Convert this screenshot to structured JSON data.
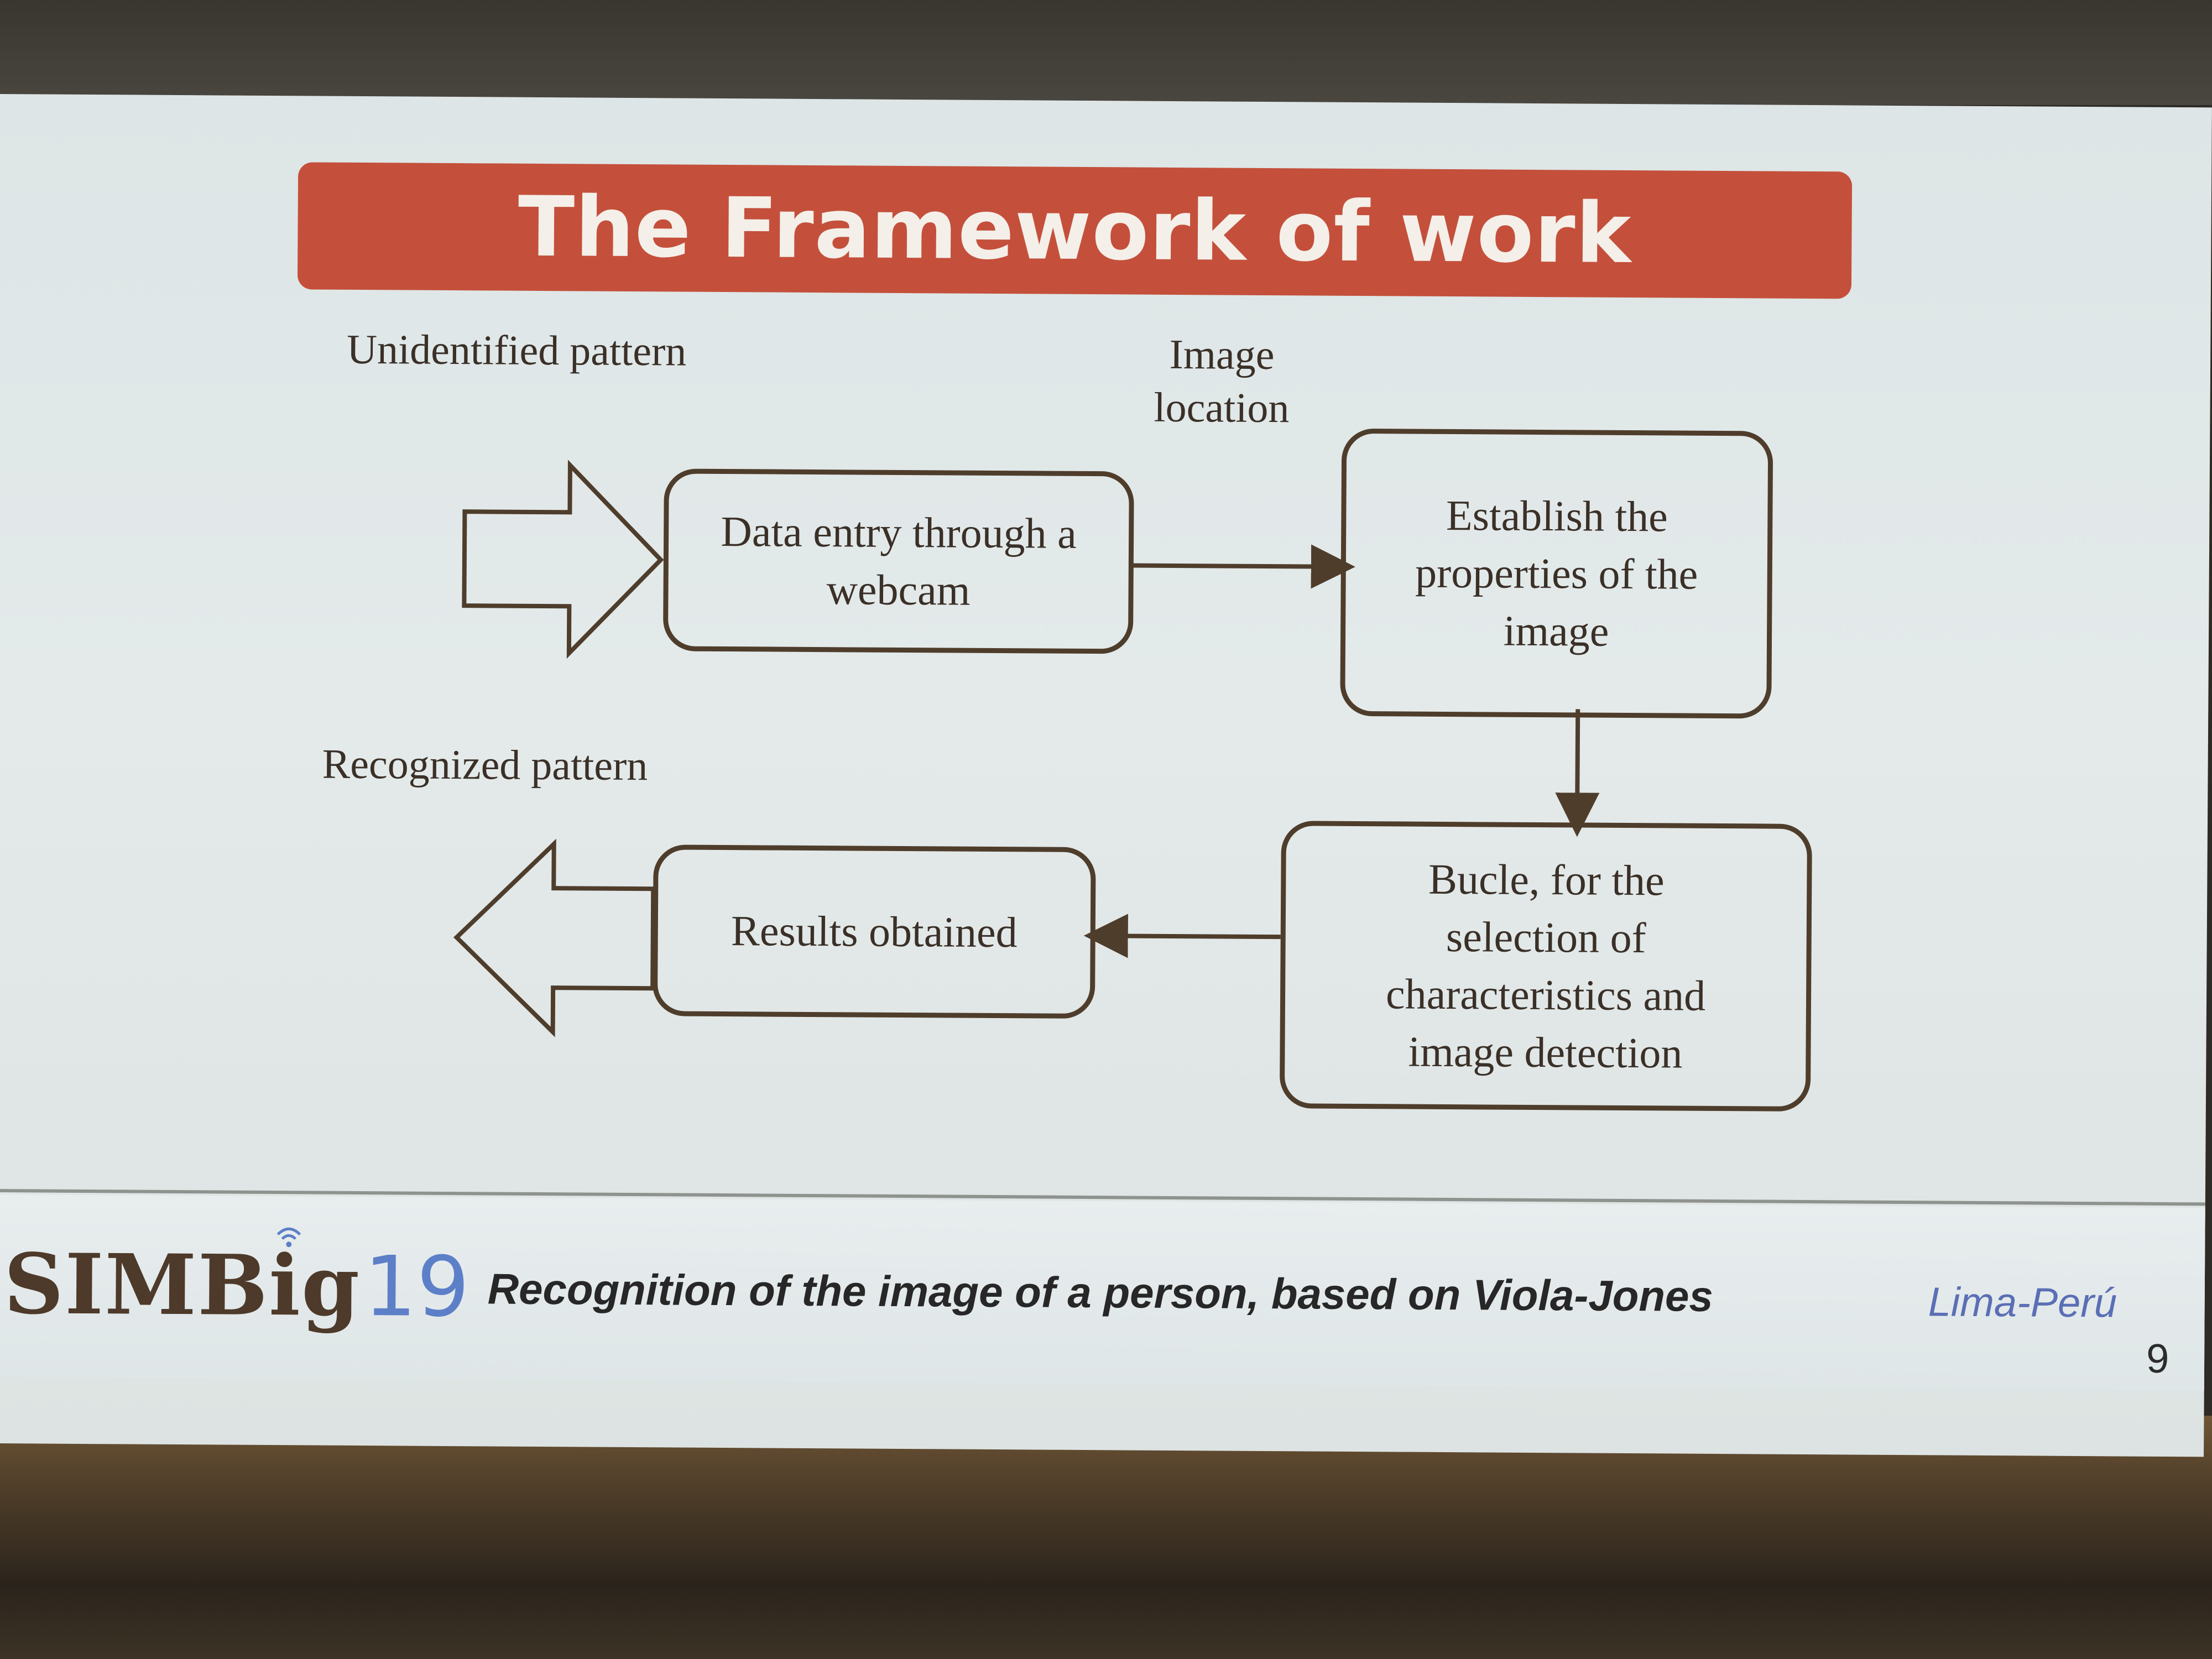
{
  "slide": {
    "title": "The Framework of work",
    "labels": {
      "unidentified": "Unidentified pattern",
      "image_location_line1": "Image",
      "image_location_line2": "location",
      "recognized": "Recognized pattern"
    },
    "boxes": {
      "data_entry": "Data entry through a webcam",
      "establish": "Establish the properties of the image",
      "bucle": "Bucle, for the selection of characteristics and image detection",
      "results": "Results obtained"
    },
    "colors": {
      "title_bar": "#c4503b",
      "diagram_line": "#4f3d2c",
      "logo_number": "#5c7fc8"
    }
  },
  "footer": {
    "logo_text": "SIMBig",
    "logo_number": "19",
    "caption": "Recognition of the image of a person, based on Viola-Jones",
    "place": "Lima-Perú",
    "page_number": "9"
  }
}
